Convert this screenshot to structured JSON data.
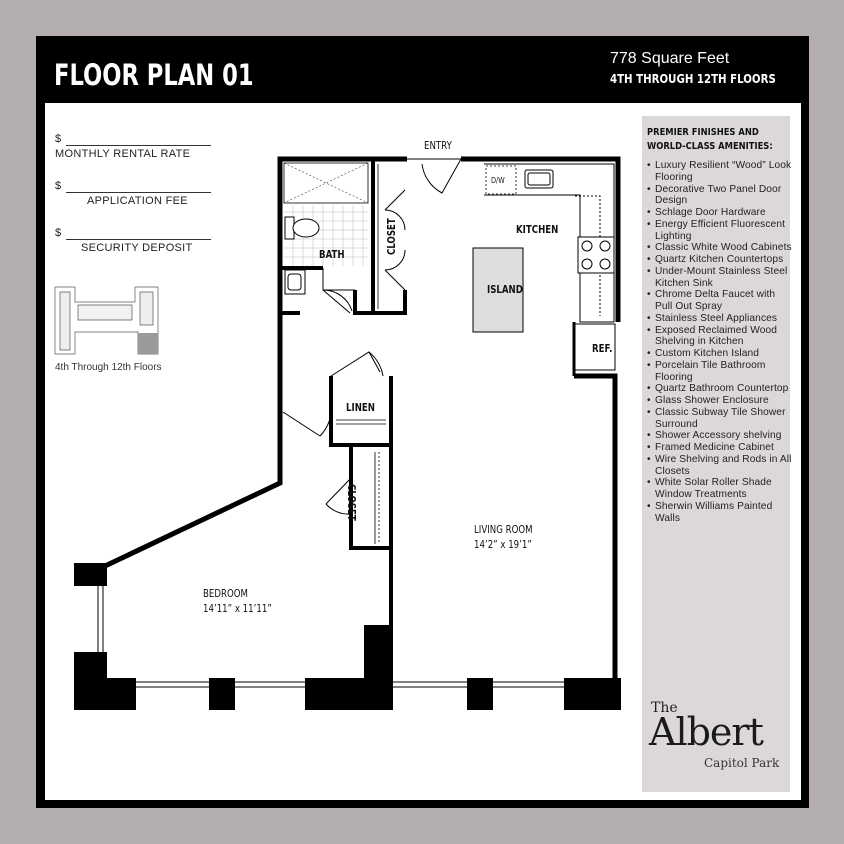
{
  "header": {
    "title": "FLOOR PLAN 01",
    "square_feet": "778 Square Feet",
    "floors": "4TH THROUGH 12TH FLOORS"
  },
  "fees": [
    {
      "symbol": "$",
      "label": "MONTHLY RENTAL RATE"
    },
    {
      "symbol": "$",
      "label": "APPLICATION FEE"
    },
    {
      "symbol": "$",
      "label": "SECURITY DEPOSIT"
    }
  ],
  "keyplan": {
    "caption": "4th Through 12th Floors"
  },
  "amenities": {
    "heading_line1": "PREMIER FINISHES AND",
    "heading_line2": "WORLD-CLASS AMENITIES:",
    "items": [
      "Luxury Resilient “Wood” Look Flooring",
      "Decorative Two Panel Door Design",
      "Schlage Door Hardware",
      "Energy Efficient Fluorescent Lighting",
      "Classic White Wood Cabinets",
      "Quartz Kitchen Countertops",
      "Under-Mount Stainless Steel Kitchen Sink",
      "Chrome Delta Faucet with Pull Out Spray",
      "Stainless Steel Appliances",
      "Exposed Reclaimed Wood Shelving in Kitchen",
      "Custom Kitchen Island",
      "Porcelain Tile Bathroom Flooring",
      "Quartz Bathroom Countertop",
      "Glass Shower Enclosure",
      "Classic Subway Tile Shower Surround",
      "Shower Accessory shelving",
      "Framed Medicine Cabinet",
      "Wire Shelving and Rods in All Closets",
      "White Solar Roller Shade Window Treatments",
      "Sherwin Williams Painted Walls"
    ]
  },
  "logo": {
    "the": "The",
    "name": "Albert",
    "sub": "Capitol Park"
  },
  "rooms": {
    "entry": "ENTRY",
    "kitchen": "KITCHEN",
    "dw": "D/W",
    "island": "ISLAND",
    "ref": "REF.",
    "bath": "BATH",
    "closet_top": "CLOSET",
    "linen": "LINEN",
    "closet_mid": "CLOSET",
    "living": "LIVING ROOM",
    "living_dim": "14’2” x 19’1”",
    "bedroom": "BEDROOM",
    "bedroom_dim": "14’11” x 11’11”"
  },
  "colors": {
    "wall": "#000000",
    "panel": "#dcd8d9",
    "background": "#b3adaf",
    "island": "#dedede"
  }
}
